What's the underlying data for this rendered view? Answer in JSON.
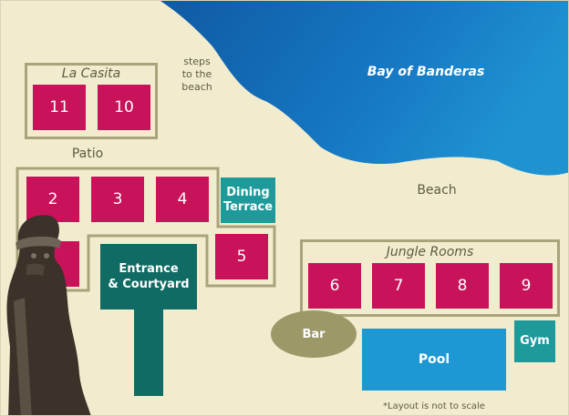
{
  "map": {
    "bay_label": "Bay of Banderas",
    "beach_label": "Beach",
    "steps_label": [
      "steps",
      "to the",
      "beach"
    ],
    "la_casita_label": "La Casita",
    "patio_label": "Patio",
    "jungle_rooms_label": "Jungle Rooms",
    "dining_label": [
      "Dining",
      "Terrace"
    ],
    "entrance_label": [
      "Entrance",
      "& Courtyard"
    ],
    "bar_label": "Bar",
    "pool_label": "Pool",
    "gym_label": "Gym",
    "note": "*Layout is not to scale",
    "rooms": [
      "11",
      "10",
      "2",
      "3",
      "4",
      "5",
      "6",
      "7",
      "8",
      "9"
    ]
  },
  "colors": {
    "sand": "#f2ecce",
    "water": "#1677c2",
    "room": "#c8135b",
    "teal": "#1f9a9a",
    "entrance": "#0f6b63",
    "bar": "#9c9867",
    "pool": "#1e98d4",
    "outline": "#a8a37a"
  }
}
